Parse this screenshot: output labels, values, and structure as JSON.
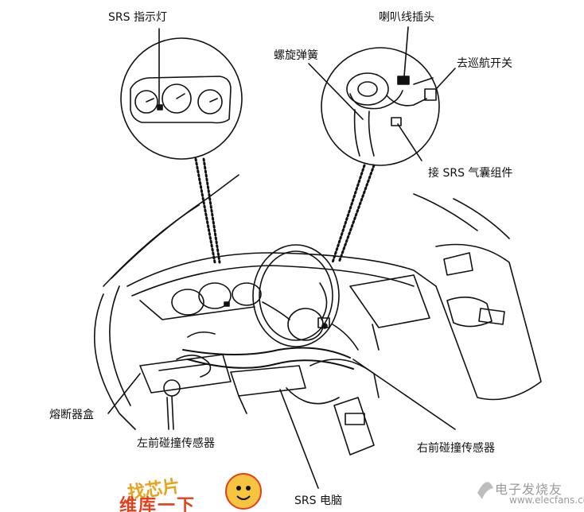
{
  "labels": {
    "srs_indicator": "SRS 指示灯",
    "horn_connector": "喇叭线插头",
    "clock_spring": "螺旋弹簧",
    "cruise_switch": "去巡航开关",
    "to_airbag": "接 SRS 气囊组件",
    "fuse_box": "熔断器盒",
    "left_sensor": "左前碰撞传感器",
    "srs_ecu": "SRS 电脑",
    "right_sensor": "右前碰撞传感器"
  },
  "watermarks": {
    "brand_top": "找芯片",
    "brand_bottom": "维库一下",
    "site_cn": "电子发烧友",
    "site_url": "www.elecfans.com"
  },
  "colors": {
    "line": "#111111",
    "watermark_orange": "#e8a21c",
    "watermark_red": "#e4401a",
    "watermark_gray": "#9a9a9a"
  }
}
